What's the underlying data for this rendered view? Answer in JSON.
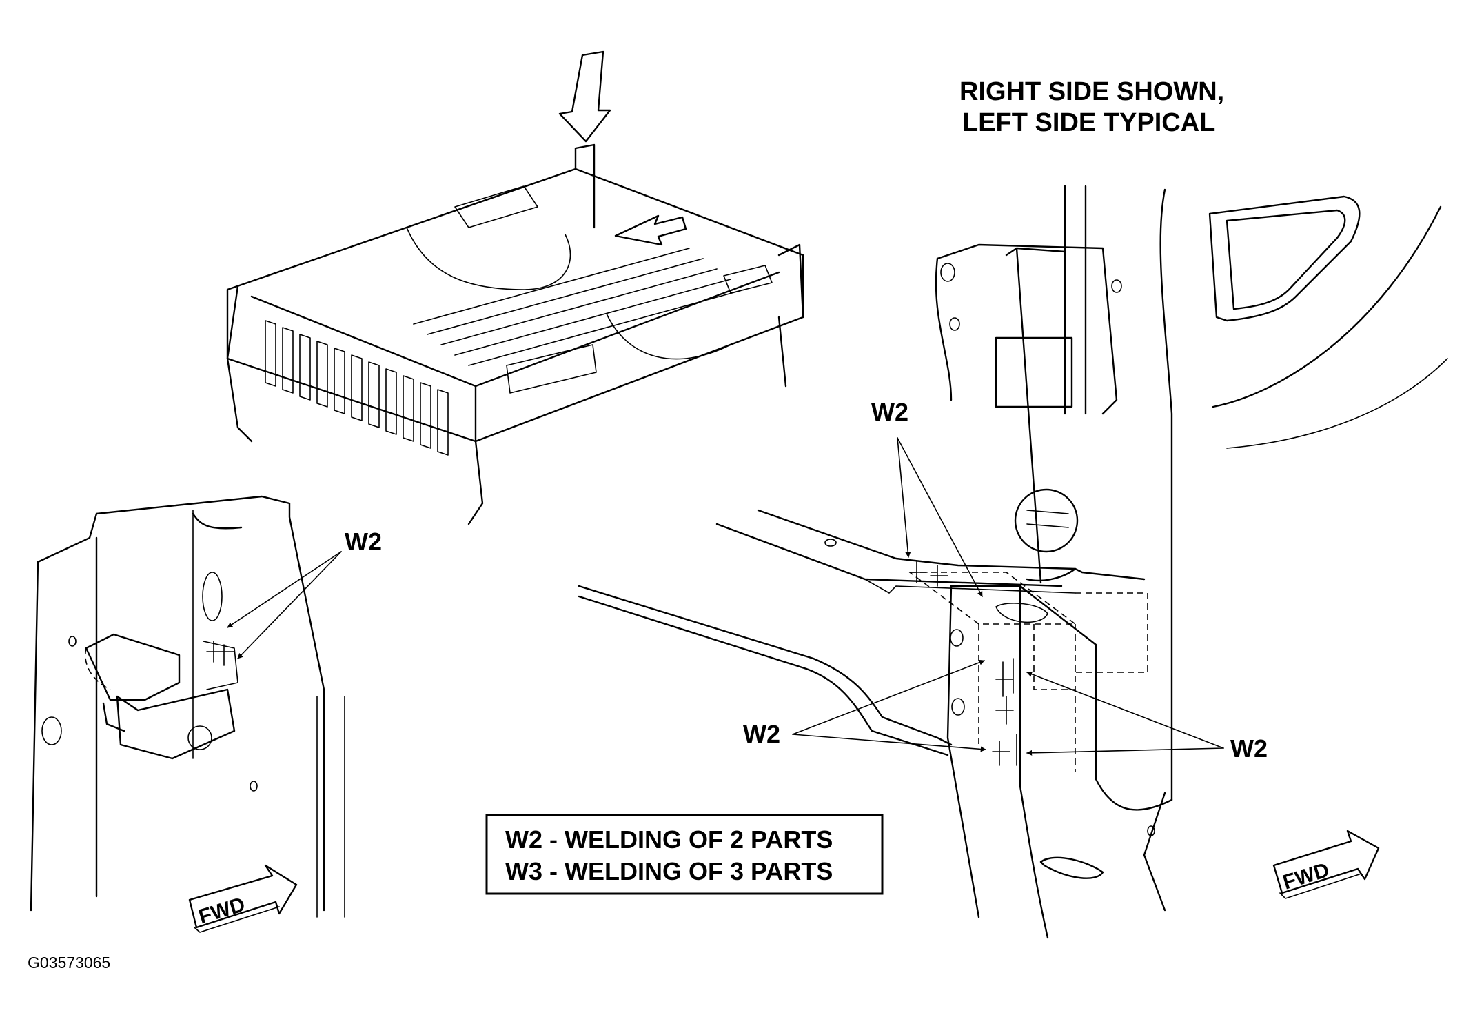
{
  "header": {
    "line1": "RIGHT SIDE SHOWN,",
    "line2": "LEFT SIDE TYPICAL"
  },
  "callouts": {
    "left_w2": "W2",
    "right_top_w2": "W2",
    "right_mid_left_w2": "W2",
    "right_mid_right_w2": "W2"
  },
  "legend": {
    "line1": "W2 - WELDING OF 2 PARTS",
    "line2": "W3 - WELDING OF 3 PARTS"
  },
  "direction": {
    "left": "FWD",
    "right": "FWD"
  },
  "figure_id": "G03573065"
}
